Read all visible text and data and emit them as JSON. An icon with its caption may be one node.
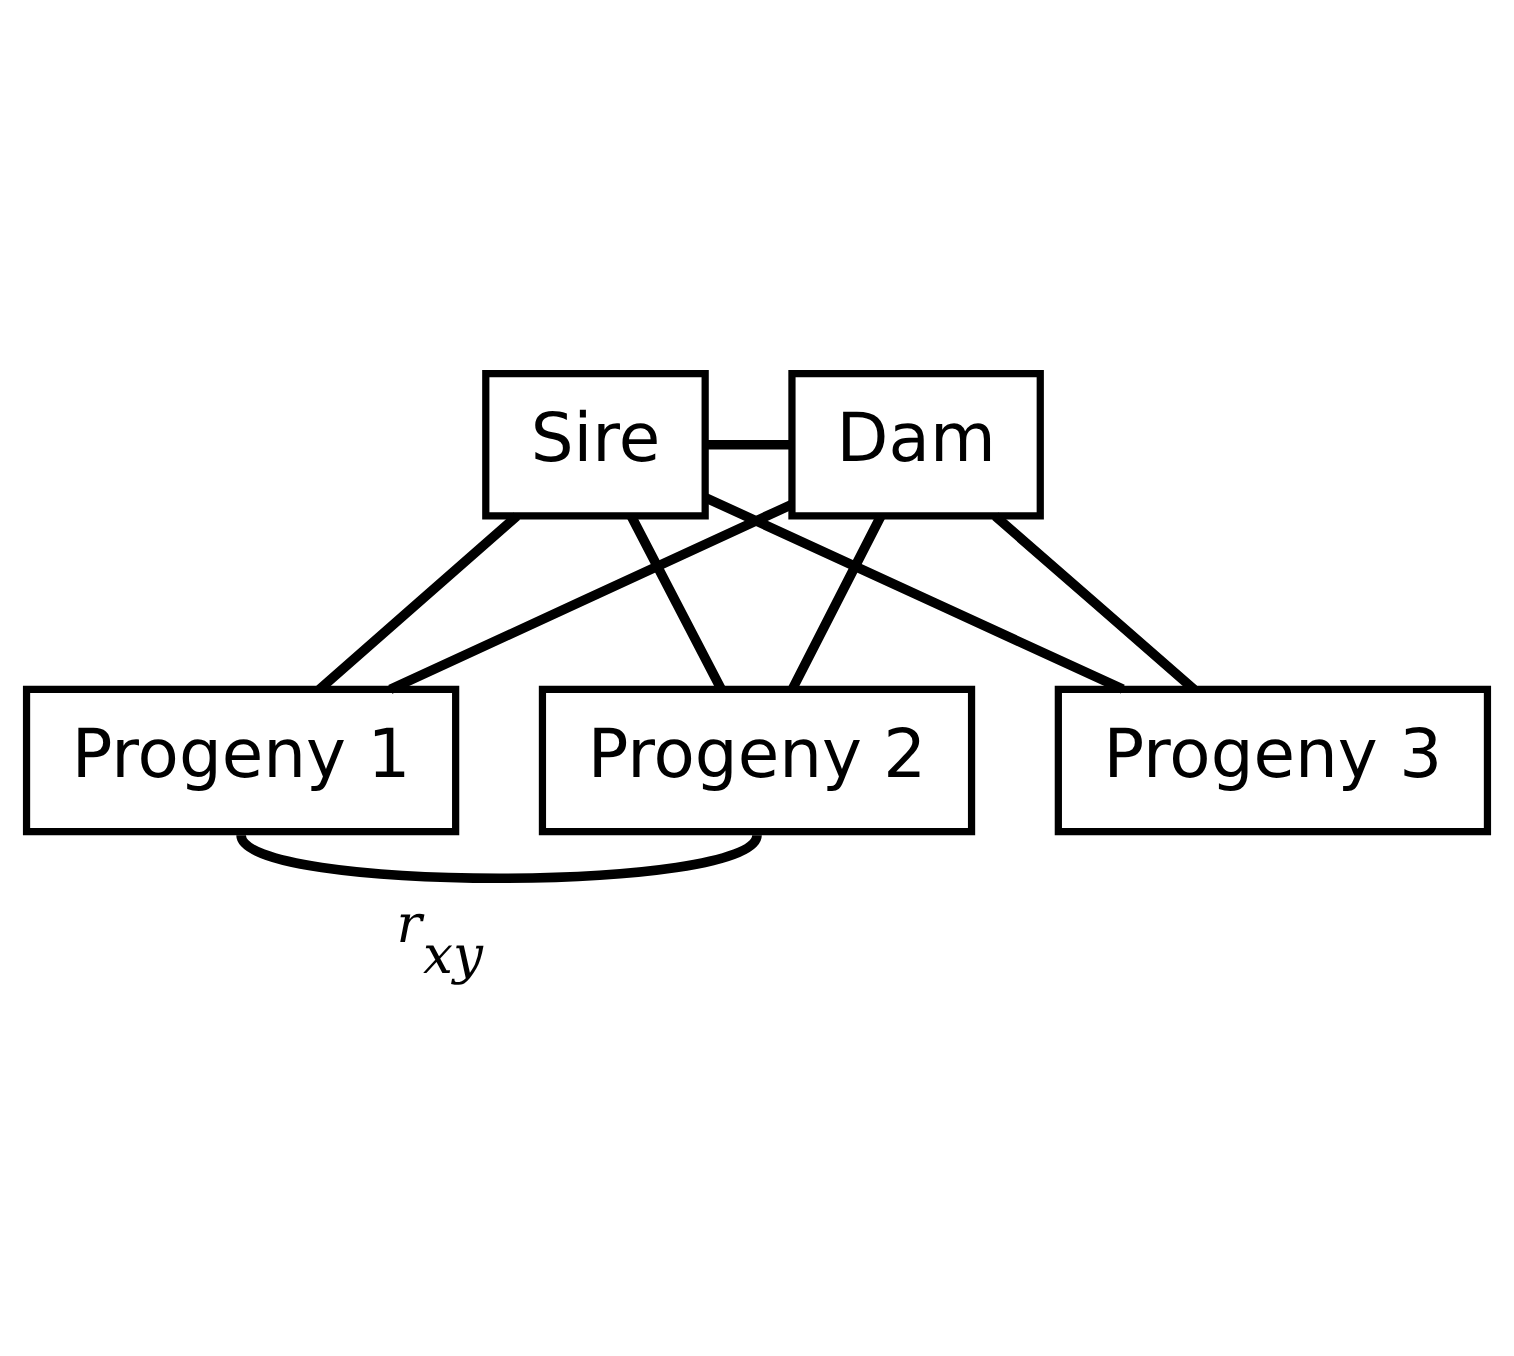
{
  "diagram": {
    "nodes": [
      {
        "text": [
          "Sire"
        ]
      },
      {
        "text": [
          "Dam"
        ]
      },
      {
        "text": [
          "Progeny 1"
        ]
      },
      {
        "text": [
          "Progeny 2"
        ]
      },
      {
        "text": [
          "Progeny 3"
        ]
      }
    ],
    "edges": [
      {
        "from": 0,
        "to": 1,
        "arrow": "none"
      },
      {
        "from": 0,
        "to": 2,
        "arrow": "none"
      },
      {
        "from": 0,
        "to": 3,
        "arrow": "none"
      },
      {
        "from": 0,
        "to": 4,
        "arrow": "none"
      },
      {
        "from": 1,
        "to": 2,
        "arrow": "none"
      },
      {
        "from": 1,
        "to": 3,
        "arrow": "none"
      },
      {
        "from": 1,
        "to": 4,
        "arrow": "none"
      },
      {
        "from": 2,
        "to": 3,
        "arrow": "none",
        "label": "r$_{xy}$"
      }
    ]
  }
}
